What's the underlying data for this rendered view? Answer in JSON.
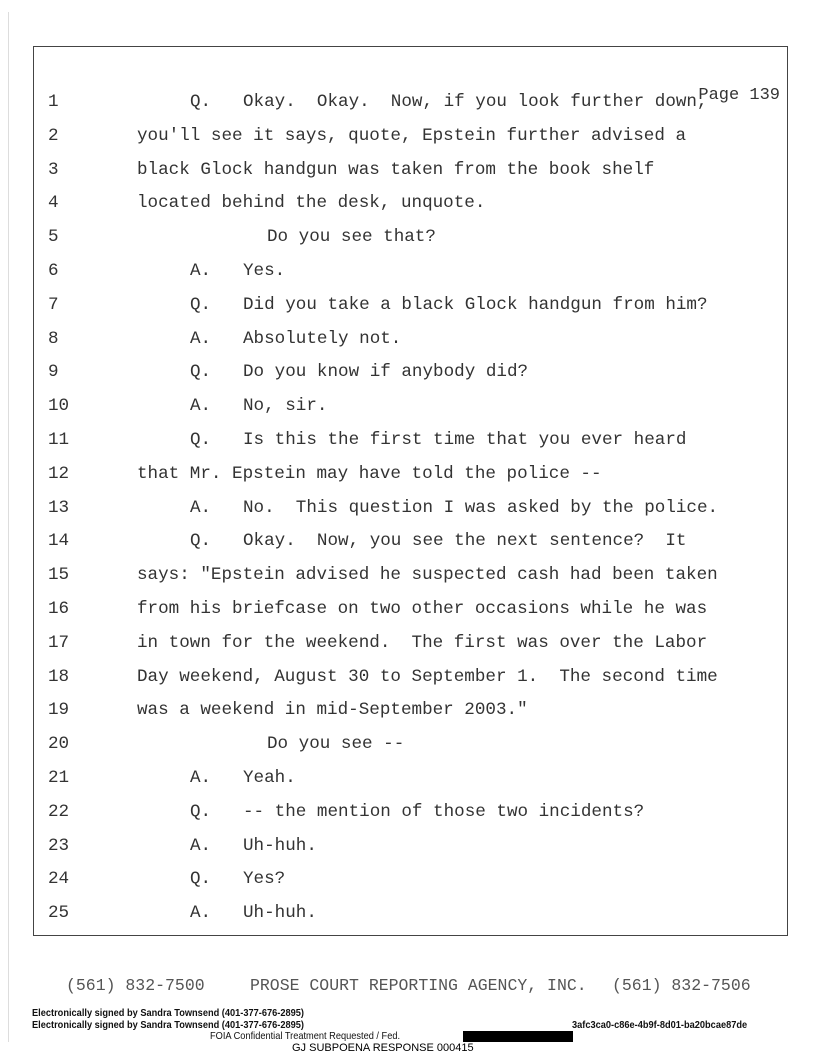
{
  "page_label": "Page 139",
  "lines": [
    {
      "n": "1",
      "s": "Q.",
      "t": "Okay.  Okay.  Now, if you look further down,",
      "k": "qa"
    },
    {
      "n": "2",
      "t": "you'll see it says, quote, Epstein further advised a",
      "k": "c"
    },
    {
      "n": "3",
      "t": "black Glock handgun was taken from the book shelf",
      "k": "c"
    },
    {
      "n": "4",
      "t": "located behind the desk, unquote.",
      "k": "c"
    },
    {
      "n": "5",
      "t": "Do you see that?",
      "k": "i"
    },
    {
      "n": "6",
      "s": "A.",
      "t": "Yes.",
      "k": "qa"
    },
    {
      "n": "7",
      "s": "Q.",
      "t": "Did you take a black Glock handgun from him?",
      "k": "qa"
    },
    {
      "n": "8",
      "s": "A.",
      "t": "Absolutely not.",
      "k": "qa"
    },
    {
      "n": "9",
      "s": "Q.",
      "t": "Do you know if anybody did?",
      "k": "qa"
    },
    {
      "n": "10",
      "s": "A.",
      "t": "No, sir.",
      "k": "qa"
    },
    {
      "n": "11",
      "s": "Q.",
      "t": "Is this the first time that you ever heard",
      "k": "qa"
    },
    {
      "n": "12",
      "t": "that Mr. Epstein may have told the police --",
      "k": "c"
    },
    {
      "n": "13",
      "s": "A.",
      "t": "No.  This question I was asked by the police.",
      "k": "qa"
    },
    {
      "n": "14",
      "s": "Q.",
      "t": "Okay.  Now, you see the next sentence?  It",
      "k": "qa"
    },
    {
      "n": "15",
      "t": "says: \"Epstein advised he suspected cash had been taken",
      "k": "c"
    },
    {
      "n": "16",
      "t": "from his briefcase on two other occasions while he was",
      "k": "c"
    },
    {
      "n": "17",
      "t": "in town for the weekend.  The first was over the Labor",
      "k": "c"
    },
    {
      "n": "18",
      "t": "Day weekend, August 30 to September 1.  The second time",
      "k": "c"
    },
    {
      "n": "19",
      "t": "was a weekend in mid-September 2003.\"",
      "k": "c"
    },
    {
      "n": "20",
      "t": "Do you see --",
      "k": "i"
    },
    {
      "n": "21",
      "s": "A.",
      "t": "Yeah.",
      "k": "qa"
    },
    {
      "n": "22",
      "s": "Q.",
      "t": "-- the mention of those two incidents?",
      "k": "qa"
    },
    {
      "n": "23",
      "s": "A.",
      "t": "Uh-huh.",
      "k": "qa"
    },
    {
      "n": "24",
      "s": "Q.",
      "t": "Yes?",
      "k": "qa"
    },
    {
      "n": "25",
      "s": "A.",
      "t": "Uh-huh.",
      "k": "qa"
    }
  ],
  "footer": {
    "phone_left": "(561) 832-7500",
    "agency": "PROSE COURT REPORTING AGENCY, INC.",
    "phone_right": "(561) 832-7506"
  },
  "signatures": [
    "Electronically signed by Sandra Townsend (401-377-676-2895)",
    "Electronically signed by Sandra Townsend (401-377-676-2895)"
  ],
  "hash": "3afc3ca0-c86e-4b9f-8d01-ba20bcae87de",
  "foia": "FOIA Confidential Treatment Requested / Fed.",
  "bates": "GJ SUBPOENA RESPONSE 000415"
}
